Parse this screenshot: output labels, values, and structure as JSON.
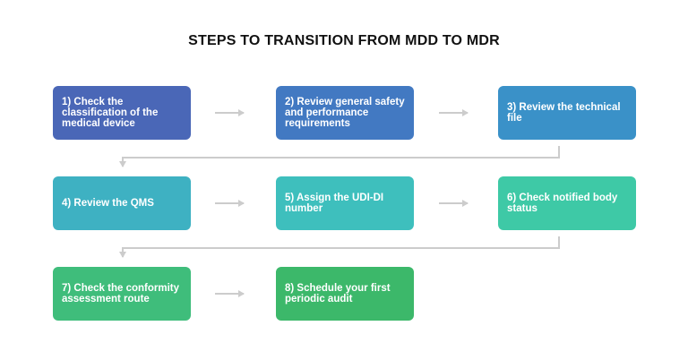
{
  "title": "STEPS TO TRANSITION FROM MDD TO MDR",
  "steps": [
    {
      "label": "1) Check the classification of the medical device",
      "color": "#4a67b7"
    },
    {
      "label": "2) Review general safety and performance requirements",
      "color": "#4279c2"
    },
    {
      "label": "3) Review the technical file",
      "color": "#3a91c8"
    },
    {
      "label": "4) Review the QMS",
      "color": "#3eb1c2"
    },
    {
      "label": "5) Assign the UDI-DI number",
      "color": "#3ebfbd"
    },
    {
      "label": "6) Check notified body status",
      "color": "#3ec9a6"
    },
    {
      "label": "7) Check the conformity assessment route",
      "color": "#3fbd7b"
    },
    {
      "label": "8) Schedule your first periodic audit",
      "color": "#3cb86a"
    }
  ],
  "connector_color": "#cccccc"
}
